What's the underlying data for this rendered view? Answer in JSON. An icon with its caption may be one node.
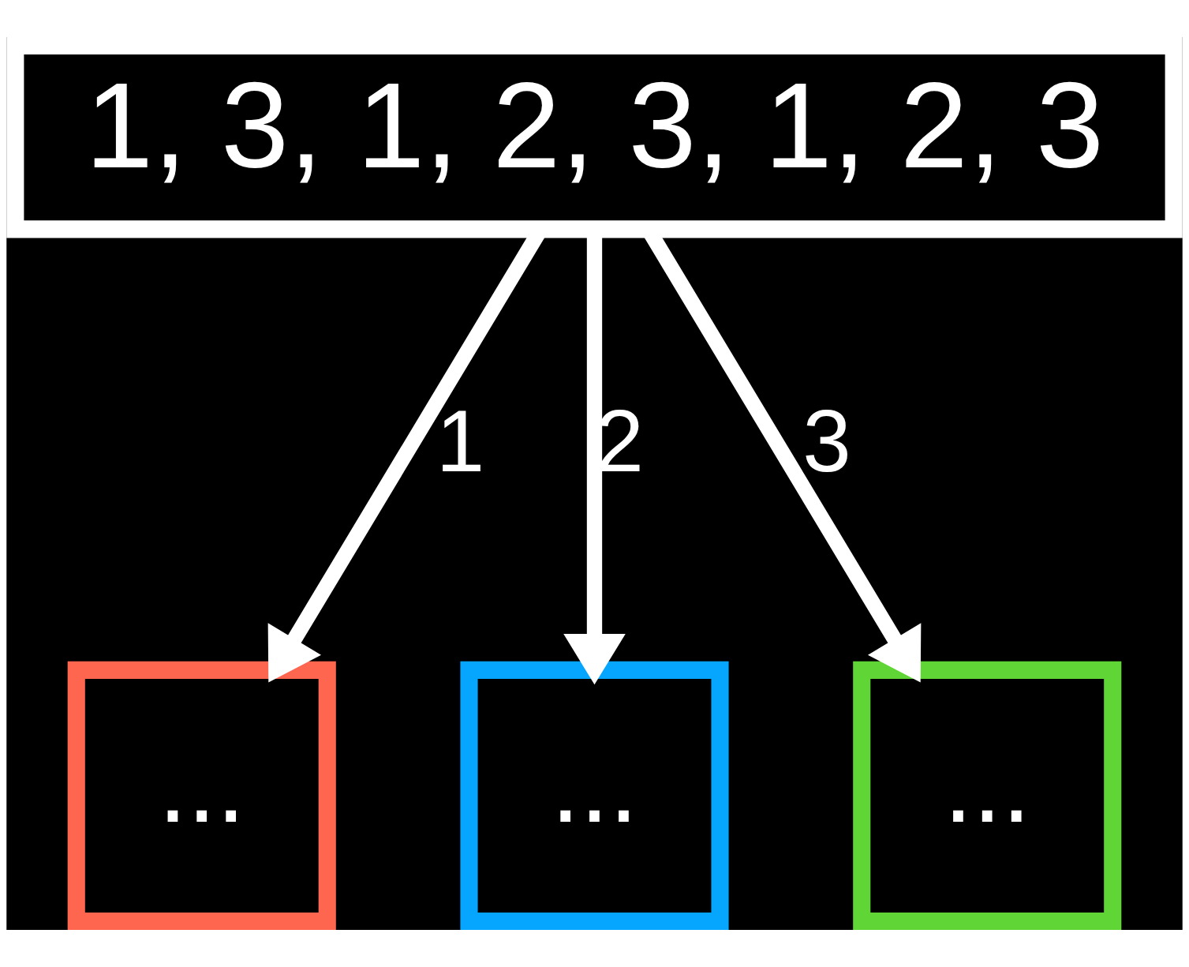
{
  "diagram": {
    "nodes": [
      {
        "text": [
          "1, 3, 1, 2, 3, 1, 2, 3"
        ]
      },
      {
        "text": [
          "..."
        ]
      },
      {
        "text": [
          "..."
        ]
      },
      {
        "text": [
          "..."
        ]
      }
    ],
    "edges": [
      {
        "from": 0,
        "to": 1,
        "arrow": "to",
        "label": "1"
      },
      {
        "from": 0,
        "to": 2,
        "arrow": "to",
        "label": "2"
      },
      {
        "from": 0,
        "to": 3,
        "arrow": "to",
        "label": "3"
      }
    ]
  }
}
